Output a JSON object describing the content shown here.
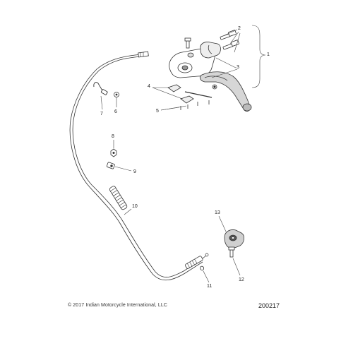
{
  "callouts": {
    "c1": "1",
    "c2": "2",
    "c3": "3",
    "c4": "4",
    "c5": "5",
    "c6": "6",
    "c7": "7",
    "c8": "8",
    "c9": "9",
    "c10": "10",
    "c11": "11",
    "c12": "12",
    "c13": "13"
  },
  "footer": {
    "copyright": "© 2017 Indian Motorcycle International, LLC",
    "diagram_id": "200217"
  }
}
